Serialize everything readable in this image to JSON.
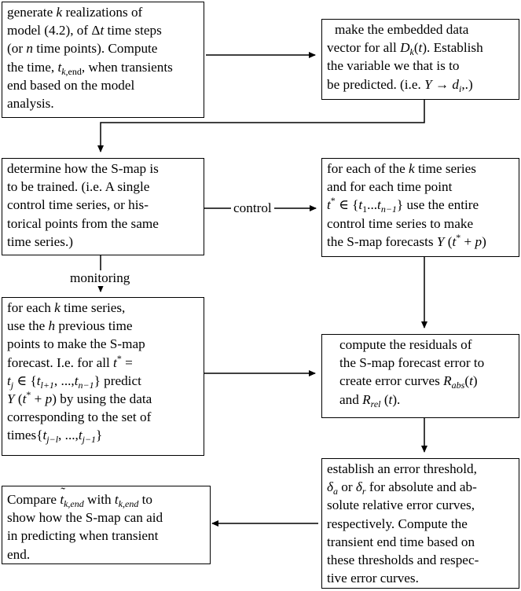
{
  "labels": {
    "control": "control",
    "monitoring": "monitoring"
  },
  "boxes": {
    "generate": {
      "l1a": "generate ",
      "l1k": "k",
      "l1b": " realizations of",
      "l2": "model (4.2), of Δ",
      "l2t": "t",
      "l2b": " time steps",
      "l3a": "(or ",
      "l3n": "n",
      "l3b": " time points). Compute",
      "l4a": "the time, ",
      "l4t": "t",
      "l4sub": "k,",
      "l4sub2": "end",
      "l4b": ", when transients",
      "l5": "end based on the model",
      "l6": "analysis."
    },
    "embed": {
      "l1": "make the embedded data",
      "l2a": "vector for all ",
      "l2d": "D",
      "l2sub": "k",
      "l2b": "(",
      "l2t": "t",
      "l2c": "). Establish",
      "l3": "the variable we that is to",
      "l4a": "be predicted. (i.e. ",
      "l4y": "Y",
      "l4arrow": " → ",
      "l4d": "d",
      "l4sub": "i",
      "l4b": ",.)"
    },
    "train": {
      "l1": "determine how the S-map is",
      "l2": "to be trained. (i.e. A single",
      "l3": "control time series, or his-",
      "l4": "torical points from the same",
      "l5": "time series.)"
    },
    "control": {
      "l1a": "for each of the ",
      "l1k": "k",
      "l1b": " time series",
      "l2": "and for each time point",
      "l3t": "t",
      "l3sup": "*",
      "l3a": " ∈ {",
      "l3t1": "t",
      "l3sub1": "1",
      "l3dots": "...",
      "l3tn": "t",
      "l3subn": "n−1",
      "l3b": "} use the entire",
      "l4": "control time series to make",
      "l5a": "the S-map forecasts ",
      "l5y": "Y",
      "l5b": " (",
      "l5t": "t",
      "l5sup": "*",
      "l5c": " + ",
      "l5p": "p",
      "l5d": ")"
    },
    "monitor": {
      "l1a": "for each ",
      "l1k": "k",
      "l1b": " time series,",
      "l2a": "use the ",
      "l2h": "h",
      "l2b": " previous time",
      "l3": "points to make the S-map",
      "l4a": "forecast. I.e. for all ",
      "l4t": "t",
      "l4sup": "*",
      "l4b": " =",
      "l5t": "t",
      "l5sub": "j",
      "l5a": " ∈ {",
      "l5t1": "t",
      "l5sub1": "l+1",
      "l5dots": ", ...,",
      "l5tn": "t",
      "l5subn": "n−1",
      "l5b": "} predict",
      "l6y": "Y",
      "l6a": " (",
      "l6t": "t",
      "l6sup": "*",
      "l6b": " + ",
      "l6p": "p",
      "l6c": ") by using the data",
      "l7": "corresponding to the set of",
      "l8a": "times{",
      "l8t1": "t",
      "l8sub1": "j−l",
      "l8dots": ", ...,",
      "l8t2": "t",
      "l8sub2": "j−1",
      "l8b": "}"
    },
    "residuals": {
      "l1": "compute the residuals of",
      "l2": "the S-map forecast error to",
      "l3a": "create error curves ",
      "l3r": "R",
      "l3sub": "abs",
      "l3b": "(",
      "l3t": "t",
      "l3c": ")",
      "l4a": "and ",
      "l4r": "R",
      "l4sub": "rel",
      "l4b": " (",
      "l4t": "t",
      "l4c": ")."
    },
    "threshold": {
      "l1": "establish an error threshold,",
      "l2d": "δ",
      "l2sub": "a",
      "l2a": " or ",
      "l2d2": "δ",
      "l2sub2": "r",
      "l2b": " for absolute and ab-",
      "l3": "solute relative error curves,",
      "l4": "respectively. Compute the",
      "l5": "transient end time based on",
      "l6": "these thresholds and respec-",
      "l7": "tive error curves."
    },
    "compare": {
      "l1a": "Compare ",
      "l1t": "t",
      "l1sub": "k,end",
      "l1b": " with ",
      "l1t2": "t",
      "l1sub2": "k,end",
      "l1c": " to",
      "l2": "show how the S-map can aid",
      "l3": "in predicting when transient",
      "l4": "end."
    }
  }
}
